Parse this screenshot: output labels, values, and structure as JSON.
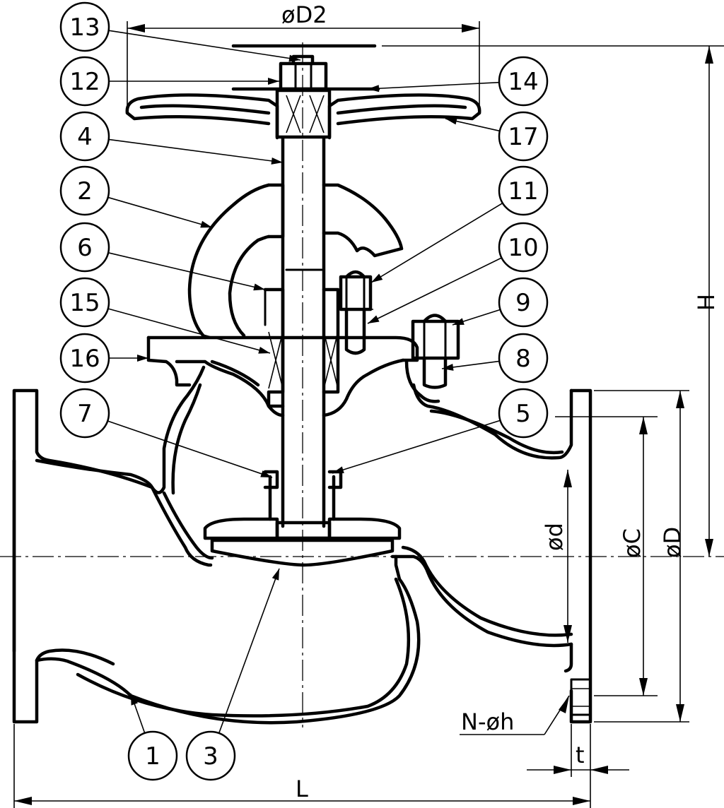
{
  "callouts": [
    "1",
    "2",
    "3",
    "4",
    "5",
    "6",
    "7",
    "8",
    "9",
    "10",
    "11",
    "12",
    "13",
    "14",
    "15",
    "16",
    "17"
  ],
  "dimensions": {
    "D2": "øD2",
    "H": "H",
    "d": "ød",
    "C": "øC",
    "D": "øD",
    "Nh": "N-øh",
    "t": "t",
    "L": "L"
  }
}
